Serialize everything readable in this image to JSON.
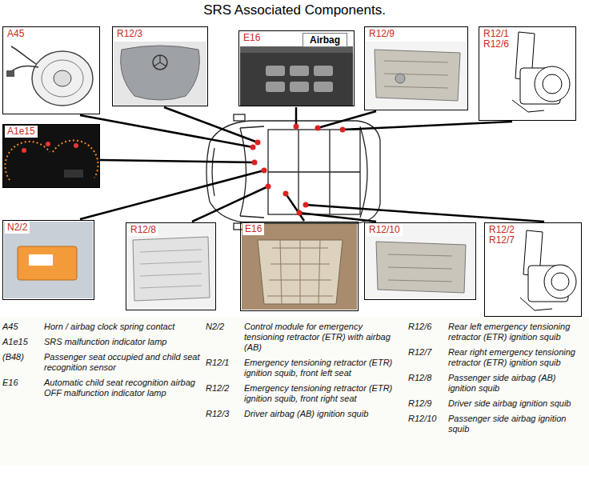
{
  "diagram": {
    "title": "SRS Associated Components.",
    "nodes": [
      {
        "text": [
          "A45"
        ]
      },
      {
        "text": [
          "R12/3"
        ]
      },
      {
        "text": [
          "E16",
          "Airbag"
        ]
      },
      {
        "text": [
          "R12/9"
        ]
      },
      {
        "text": [
          "R12/1 R12/6"
        ]
      },
      {
        "text": [
          "A1e15"
        ]
      },
      {
        "text": [
          "N2/2"
        ]
      },
      {
        "text": [
          "R12/8"
        ]
      },
      {
        "text": [
          "E16"
        ]
      },
      {
        "text": [
          "R12/10"
        ]
      },
      {
        "text": [
          "R12/2 R12/7"
        ]
      }
    ],
    "labels": [
      "A45",
      "Horn / airbag clock spring contact",
      "A1e15",
      "SRS malfunction indicator lamp",
      "(B48)",
      "Passenger seat occupied and child seat recognition sensor",
      "E16",
      "Automatic child seat recognition airbag OFF malfunction indicator lamp",
      "N2/2",
      "Control module for emergency tensioning retractor (ETR) with airbag (AB)",
      "R12/1",
      "Emergency tensioning retractor (ETR) ignition squib, front left seat",
      "R12/2",
      "Emergency tensioning retractor (ETR) ignition squib, front right seat",
      "R12/3",
      "Driver airbag (AB) ignition squib",
      "R12/6",
      "Rear left emergency tensioning retractor (ETR) ignition squib",
      "R12/7",
      "Rear right emergency tensioning retractor (ETR) ignition squib",
      "R12/8",
      "Passenger side airbag (AB) ignition squib",
      "R12/9",
      "Driver side airbag ignition squib",
      "R12/10",
      "Passenger side airbag ignition squib"
    ]
  }
}
